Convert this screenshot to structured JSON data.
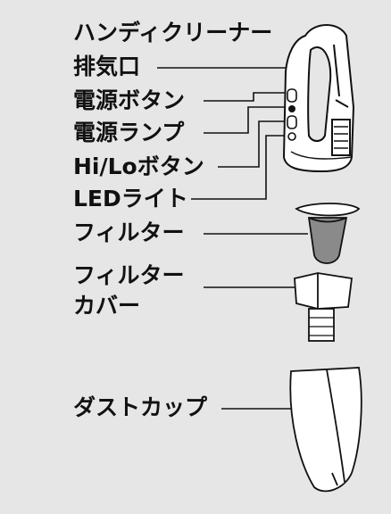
{
  "labels": {
    "handy_cleaner": "ハンディクリーナー",
    "exhaust": "排気口",
    "power_button": "電源ボタン",
    "power_lamp": "電源ランプ",
    "hilo_button": "Hi/Loボタン",
    "led_light": "LEDライト",
    "filter": "フィルター",
    "filter_cover_line1": "フィルター",
    "filter_cover_line2": "カバー",
    "dust_cup": "ダストカップ"
  },
  "colors": {
    "background": "#e6e6e6",
    "line": "#111111",
    "part_fill": "#ffffff",
    "filter_mesh": "#8a8a8a"
  }
}
